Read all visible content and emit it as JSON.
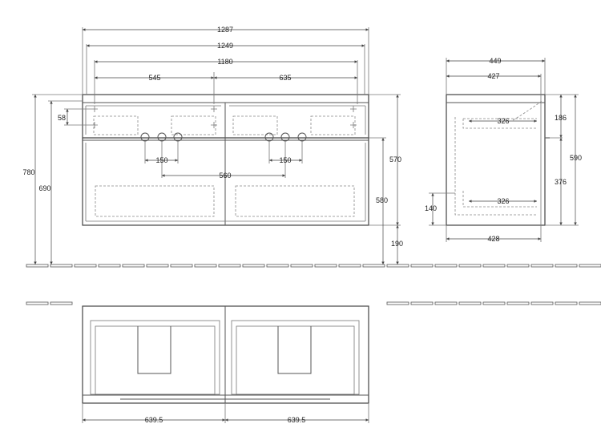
{
  "front_view": {
    "width_1287": "1287",
    "width_1249": "1249",
    "width_1180": "1180",
    "left_545": "545",
    "right_635": "635",
    "top_58": "58",
    "height_780": "780",
    "height_690": "690",
    "tap_150_left": "150",
    "tap_150_right": "150",
    "center_560": "560",
    "height_570": "570",
    "height_580": "580",
    "height_190": "190"
  },
  "side_view": {
    "depth_449": "449",
    "depth_427": "427",
    "inner_326_top": "326",
    "inner_326_bottom": "326",
    "depth_428": "428",
    "height_186": "186",
    "height_376": "376",
    "height_590": "590",
    "height_140": "140"
  },
  "plan_view": {
    "half_left": "639.5",
    "half_right": "639.5"
  },
  "colors": {
    "line": "#444444",
    "background": "#ffffff"
  }
}
